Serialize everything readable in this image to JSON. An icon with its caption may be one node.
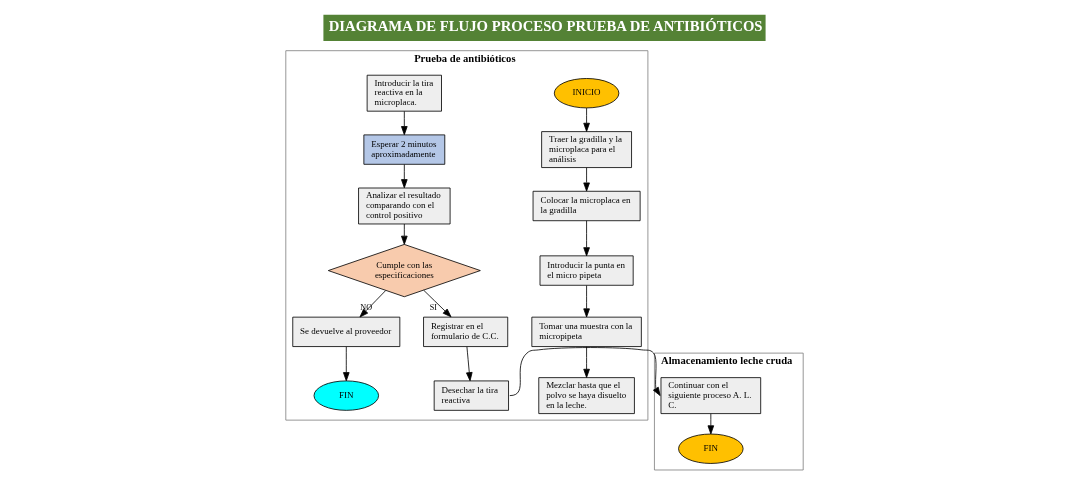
{
  "diagram": {
    "title": "DIAGRAMA DE FLUJO PROCESO PRUEBA DE ANTIBIÓTICOS",
    "nodes": [
      {
        "text": [
          "Prueba de antibióticos"
        ]
      },
      {
        "text": [
          "INICIO"
        ],
        "in": 0
      },
      {
        "text": [
          "Traer la gradilla y la microplaca para el análisis"
        ],
        "in": 0
      },
      {
        "text": [
          "Colocar la microplaca en la gradilla"
        ],
        "in": 0
      },
      {
        "text": [
          "Introducir la punta en el micro pipeta"
        ],
        "in": 0
      },
      {
        "text": [
          "Tomar una muestra con la micropipeta"
        ],
        "in": 0
      },
      {
        "text": [
          "Mezclar hasta que el polvo se haya disuelto en la leche."
        ],
        "in": 0
      },
      {
        "text": [
          "Introducir la tira reactiva en la microplaca."
        ],
        "in": 0
      },
      {
        "text": [
          "Esperar 2 minutos aproximadamente"
        ],
        "in": 0
      },
      {
        "text": [
          "Analizar el resultado comparando con el control positivo"
        ],
        "in": 0
      },
      {
        "text": [
          "Cumple con las especificaciones"
        ],
        "in": 0
      },
      {
        "text": [
          "Se devuelve al proveedor"
        ],
        "in": 0
      },
      {
        "text": [
          "FIN"
        ],
        "in": 0
      },
      {
        "text": [
          "Registrar en el formulario de C.C."
        ],
        "in": 0
      },
      {
        "text": [
          "Desechar la tira reactiva"
        ],
        "in": 0
      },
      {
        "text": [
          "Almacenamiento leche cruda"
        ]
      },
      {
        "text": [
          "Continuar con el siguiente proceso A. L. C."
        ],
        "in": 15
      },
      {
        "text": [
          "FIN"
        ],
        "in": 15
      }
    ],
    "edges": [
      {
        "from": 1,
        "to": 2,
        "arrow": "to"
      },
      {
        "from": 2,
        "to": 3,
        "arrow": "to"
      },
      {
        "from": 3,
        "to": 4,
        "arrow": "to"
      },
      {
        "from": 4,
        "to": 5,
        "arrow": "to"
      },
      {
        "from": 5,
        "to": 6,
        "arrow": "to"
      },
      {
        "from": 7,
        "to": 8,
        "arrow": "to"
      },
      {
        "from": 8,
        "to": 9,
        "arrow": "to"
      },
      {
        "from": 9,
        "to": 10,
        "arrow": "to"
      },
      {
        "from": 10,
        "to": 11,
        "arrow": "to",
        "label": "NO"
      },
      {
        "from": 11,
        "to": 12,
        "arrow": "to"
      },
      {
        "from": 10,
        "to": 13,
        "arrow": "to",
        "label": "SI"
      },
      {
        "from": 13,
        "to": 14,
        "arrow": "to"
      },
      {
        "from": 14,
        "to": 16,
        "arrow": "to"
      },
      {
        "from": 16,
        "to": 17,
        "arrow": "to"
      }
    ]
  }
}
